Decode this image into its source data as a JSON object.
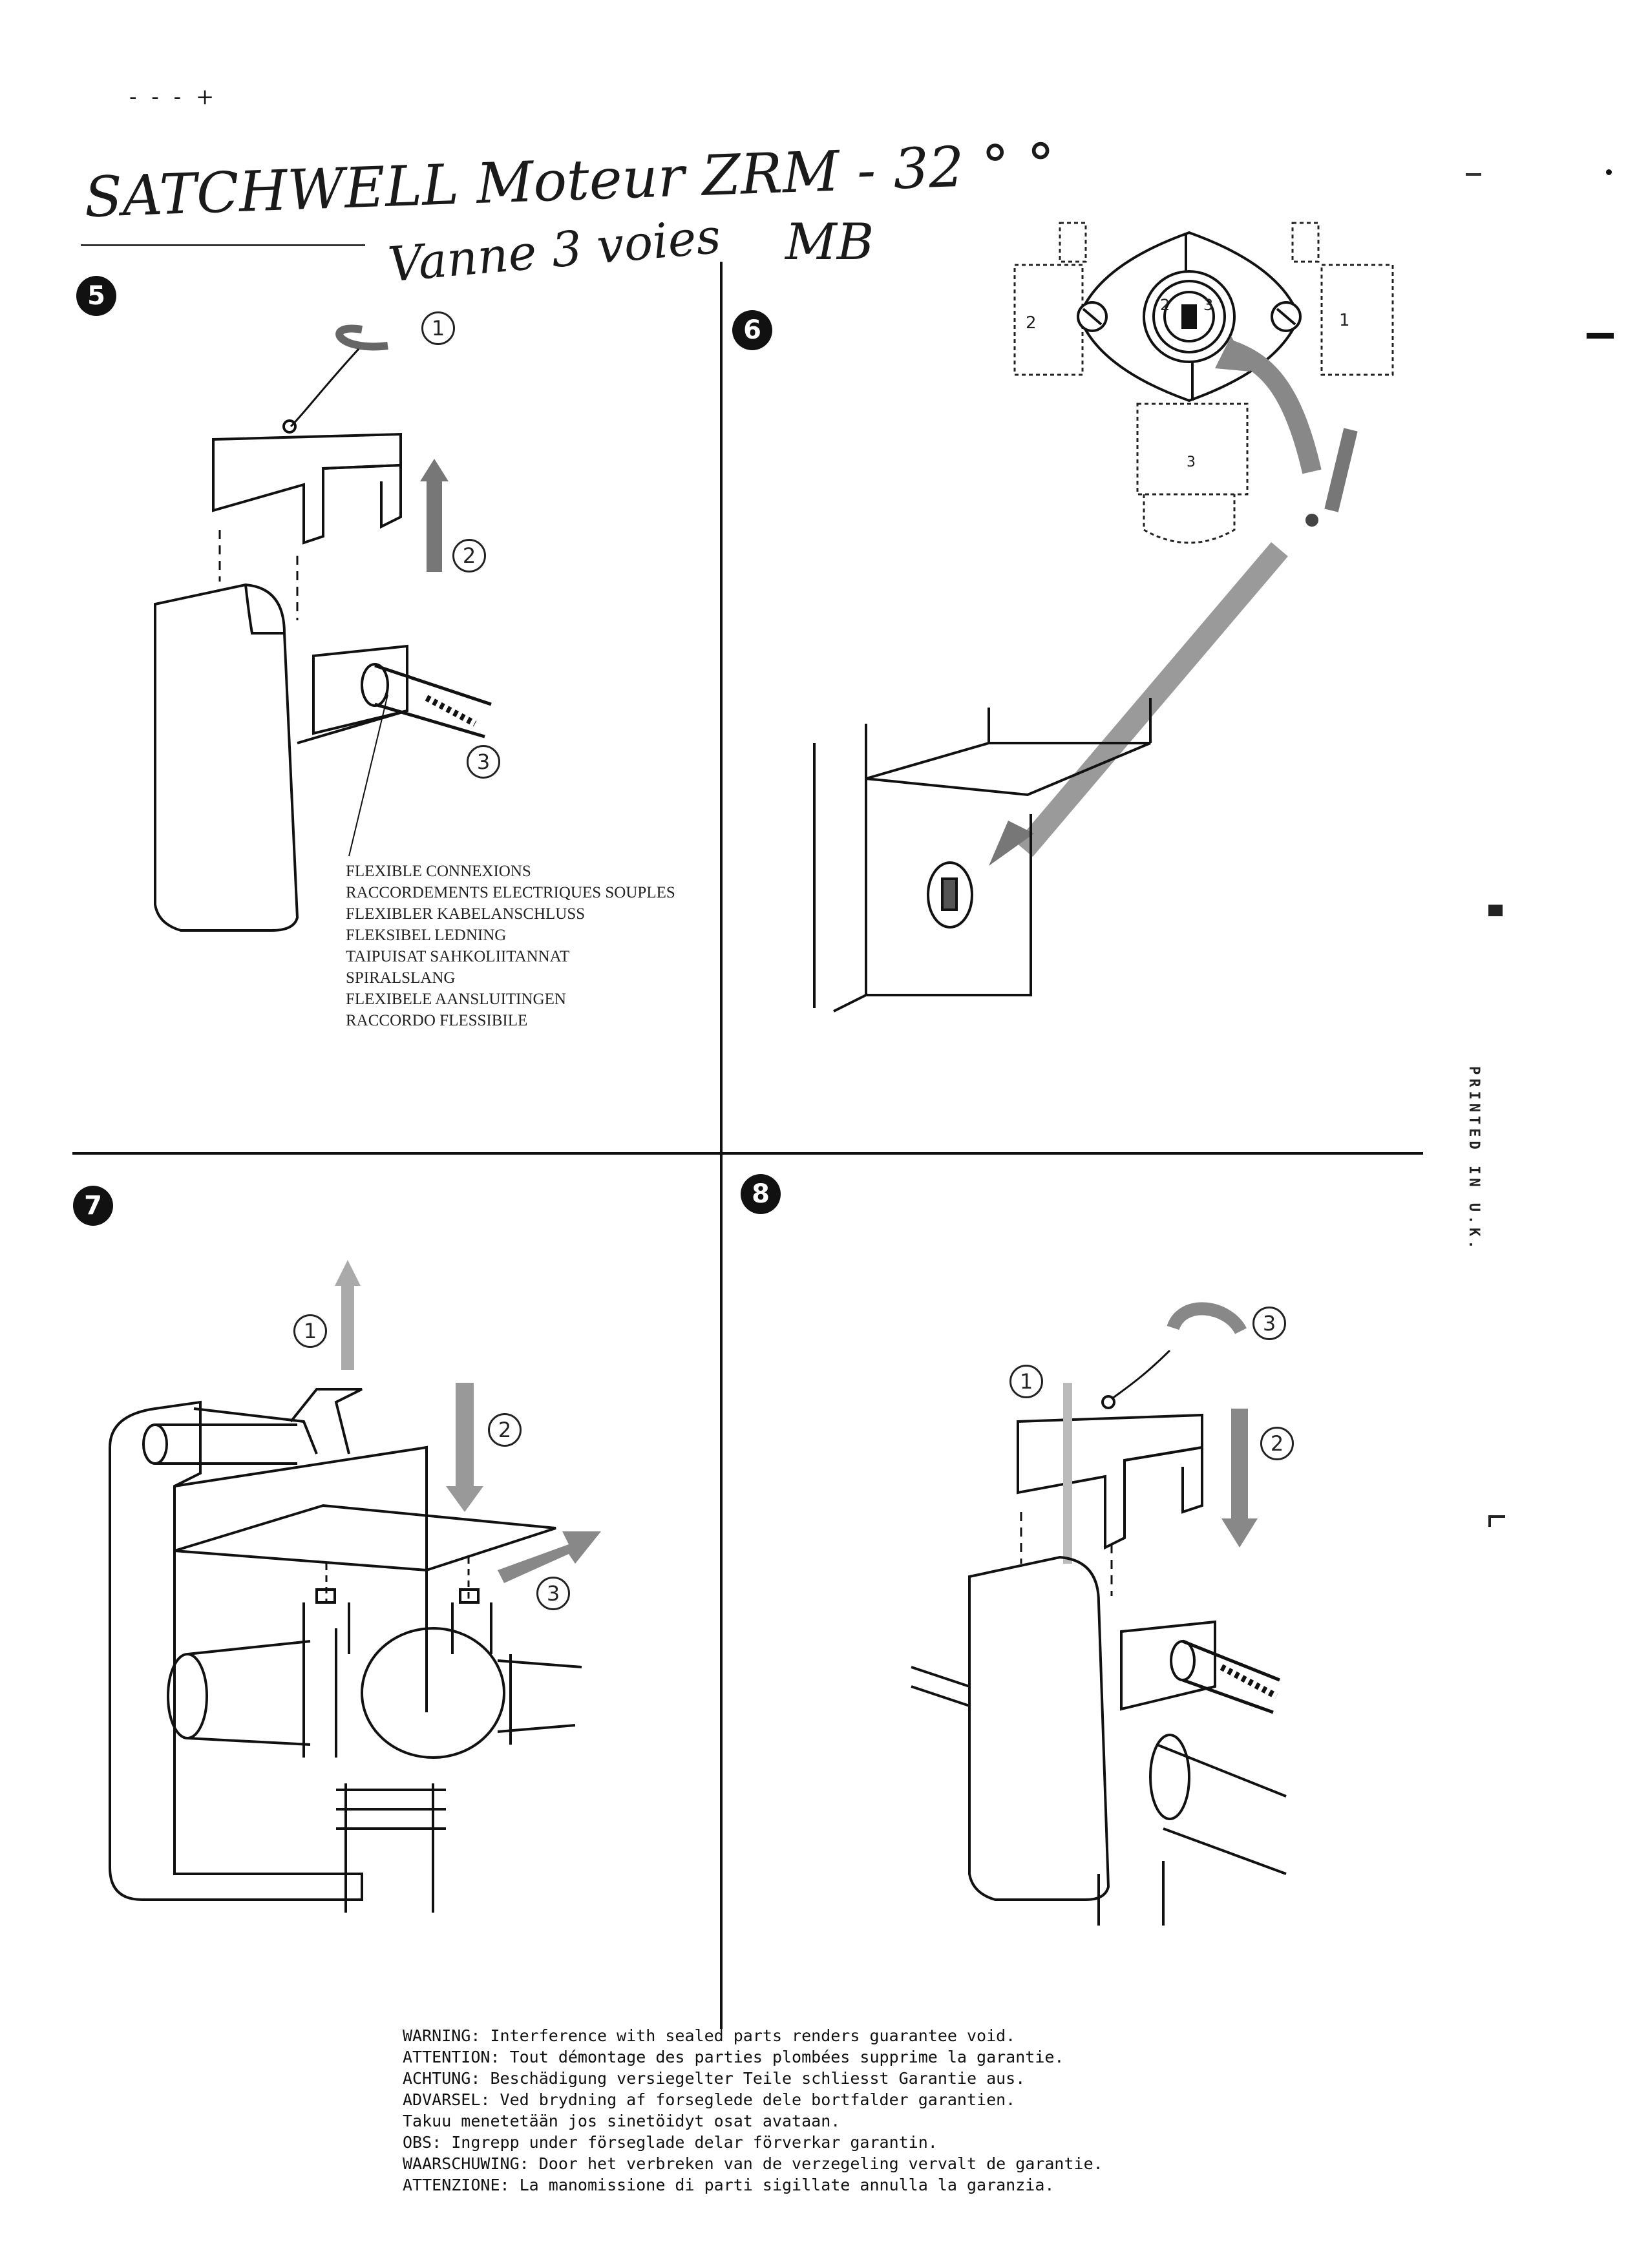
{
  "handwriting": {
    "line1": "SATCHWELL Moteur ZRM - 32 ° °",
    "line2": "Vanne 3 voies",
    "line3": "MB",
    "top_mark": "- - - +"
  },
  "steps": [
    {
      "number": "5",
      "callouts": [
        "1",
        "2",
        "3"
      ]
    },
    {
      "number": "6",
      "port_labels": [
        "2",
        "3",
        "2",
        "1",
        "3"
      ]
    },
    {
      "number": "7",
      "callouts": [
        "1",
        "2",
        "3"
      ]
    },
    {
      "number": "8",
      "callouts": [
        "1",
        "2",
        "3"
      ]
    }
  ],
  "cable_labels": [
    "FLEXIBLE CONNEXIONS",
    "RACCORDEMENTS ELECTRIQUES SOUPLES",
    "FLEXIBLER KABELANSCHLUSS",
    "FLEKSIBEL LEDNING",
    "TAIPUISAT SAHKOLIITANNAT",
    "SPIRALSLANG",
    "FLEXIBELE AANSLUITINGEN",
    "RACCORDO FLESSIBILE"
  ],
  "warnings": [
    "WARNING: Interference with sealed parts renders guarantee void.",
    "ATTENTION: Tout démontage des parties plombées supprime la garantie.",
    "ACHTUNG: Beschädigung versiegelter Teile schliesst Garantie aus.",
    "ADVARSEL: Ved brydning af forseglede dele bortfalder garantien.",
    "Takuu menetetään jos sinetöidyt osat avataan.",
    "OBS: Ingrepp under förseglade delar förverkar garantin.",
    "WAARSCHUWING: Door het verbreken van de verzegeling vervalt de garantie.",
    "ATTENZIONE: La manomissione di parti sigillate annulla la garanzia."
  ],
  "printed_in": "PRINTED IN U.K.",
  "colors": {
    "ink": "#111111",
    "hatch": "#8a8a8a",
    "paper": "#ffffff"
  }
}
